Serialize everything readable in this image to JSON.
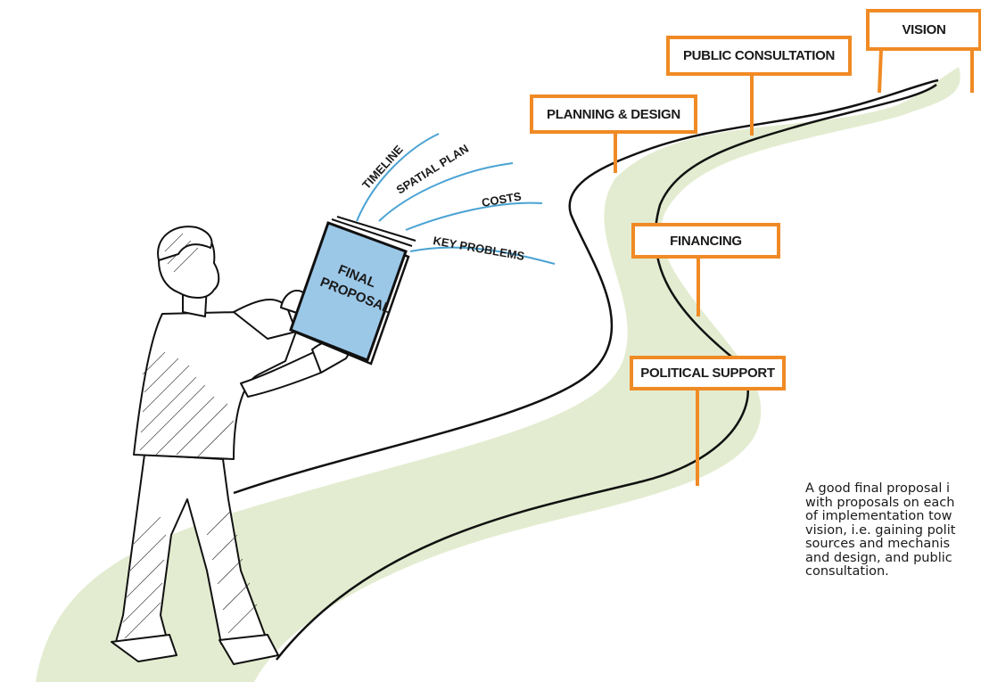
{
  "signs": {
    "vision": "VISION",
    "public_consultation": "PUBLIC CONSULTATION",
    "planning_design": "PLANNING & DESIGN",
    "financing": "FINANCING",
    "political_support": "POLITICAL SUPPORT"
  },
  "book": {
    "title_line1": "FINAL",
    "title_line2": "PROPOSAL"
  },
  "streams": {
    "timeline": "TIMELINE",
    "spatial_plan": "SPATIAL PLAN",
    "costs": "COSTS",
    "key_problems": "KEY PROBLEMS"
  },
  "caption": {
    "line1": "A good final proposal i",
    "line2": "with proposals on each",
    "line3": "of implementation tow",
    "line4": "vision, i.e. gaining polit",
    "line5": "sources and mechanis",
    "line6": "and design, and public",
    "line7": "consultation."
  },
  "colors": {
    "sign_border": "#f08a24",
    "path_fill": "#e3ecd0",
    "stream_line": "#4aa3d3",
    "book_cover": "#9cc8e8"
  }
}
